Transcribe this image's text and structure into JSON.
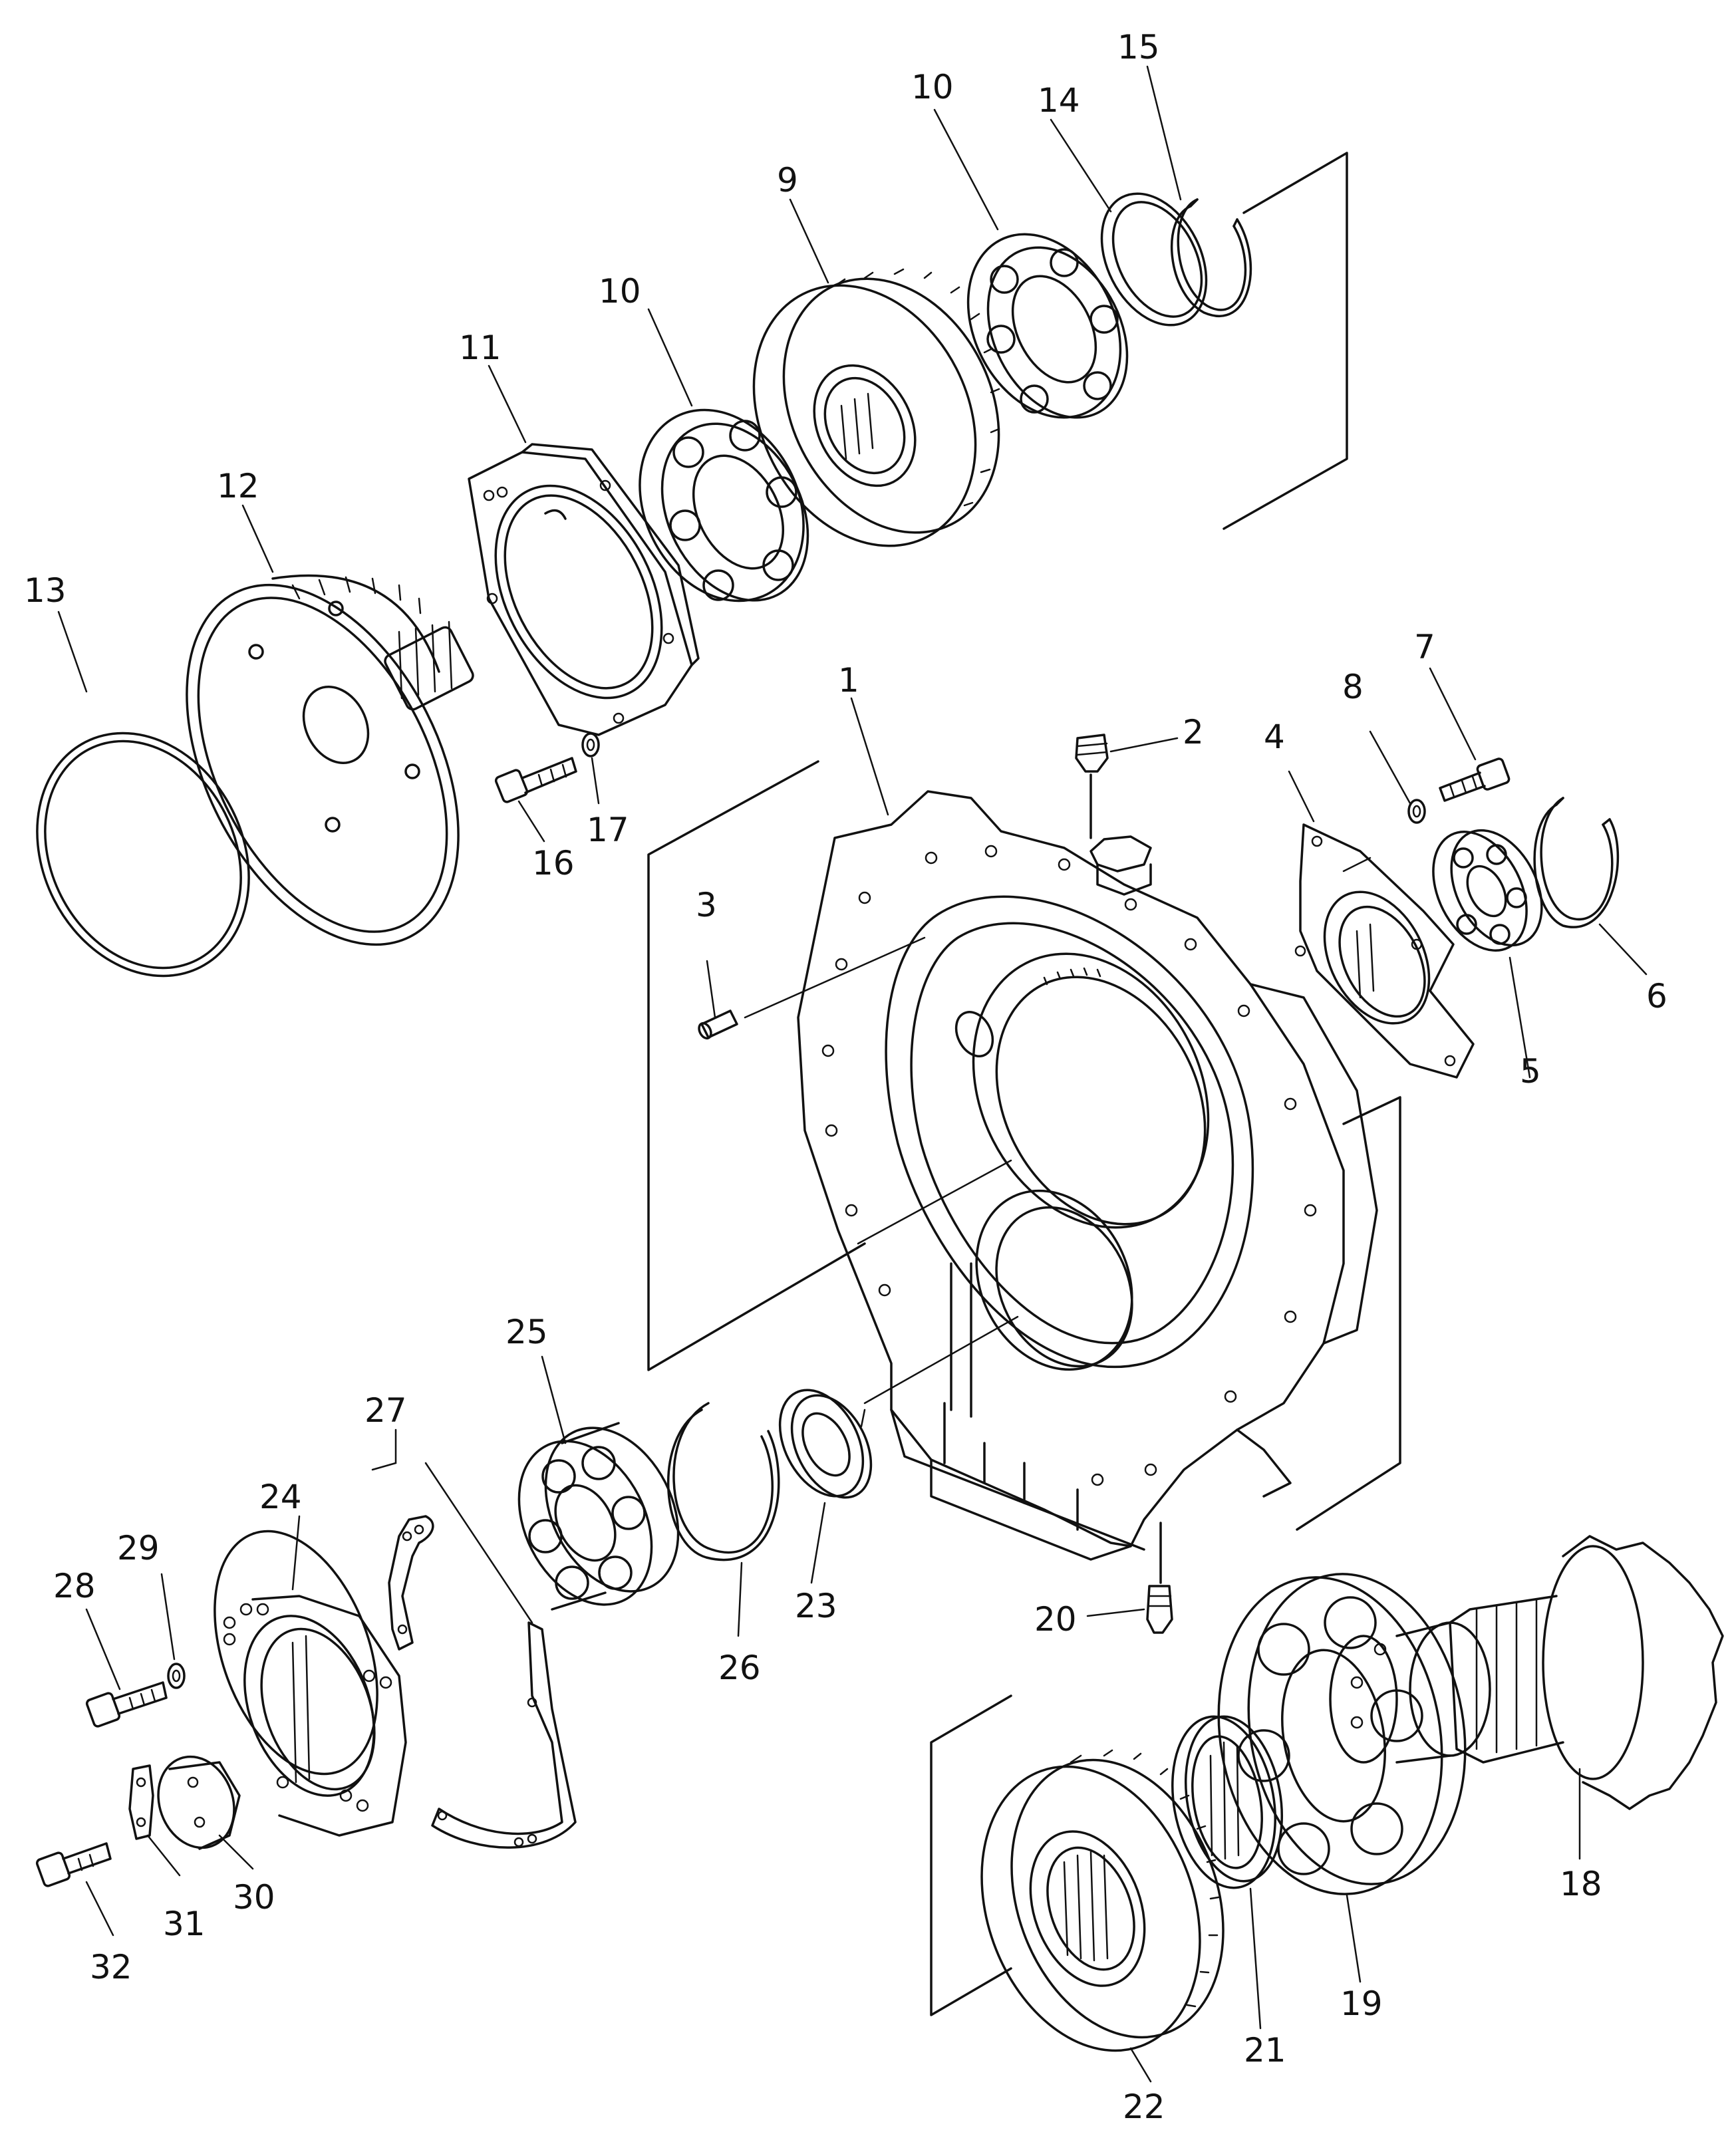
{
  "colors": {
    "line": "#111111",
    "background": "#ffffff"
  },
  "labels": {
    "p1": "1",
    "p2": "2",
    "p3": "3",
    "p4": "4",
    "p5": "5",
    "p6": "6",
    "p7": "7",
    "p8": "8",
    "p9": "9",
    "p10a": "10",
    "p10b": "10",
    "p11": "11",
    "p12": "12",
    "p13": "13",
    "p14": "14",
    "p15": "15",
    "p16": "16",
    "p17": "17",
    "p18": "18",
    "p19": "19",
    "p20": "20",
    "p21": "21",
    "p22": "22",
    "p23": "23",
    "p24": "24",
    "p25": "25",
    "p26": "26",
    "p27": "27",
    "p28": "28",
    "p29": "29",
    "p30": "30",
    "p31": "31",
    "p32": "32"
  }
}
